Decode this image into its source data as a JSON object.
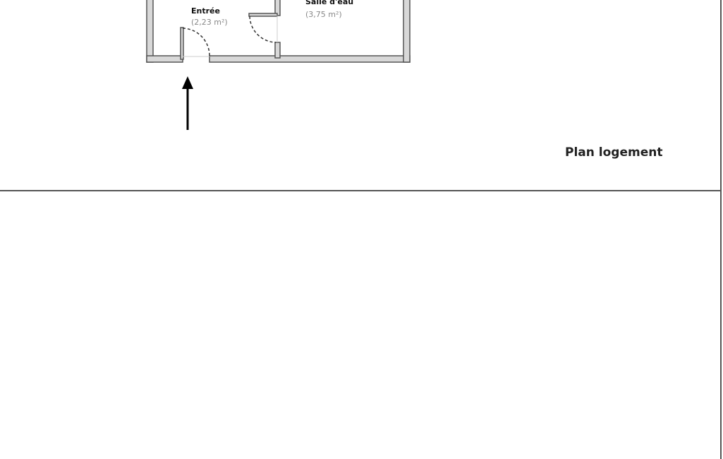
{
  "plan": {
    "title": "Plan logement",
    "rooms": [
      {
        "name": "Entrée",
        "area": "(2,23 m²)"
      },
      {
        "name": "Salle d'eau",
        "area": "(3,75 m²)"
      }
    ],
    "entrance_arrow_icon": "arrow-up-icon"
  }
}
